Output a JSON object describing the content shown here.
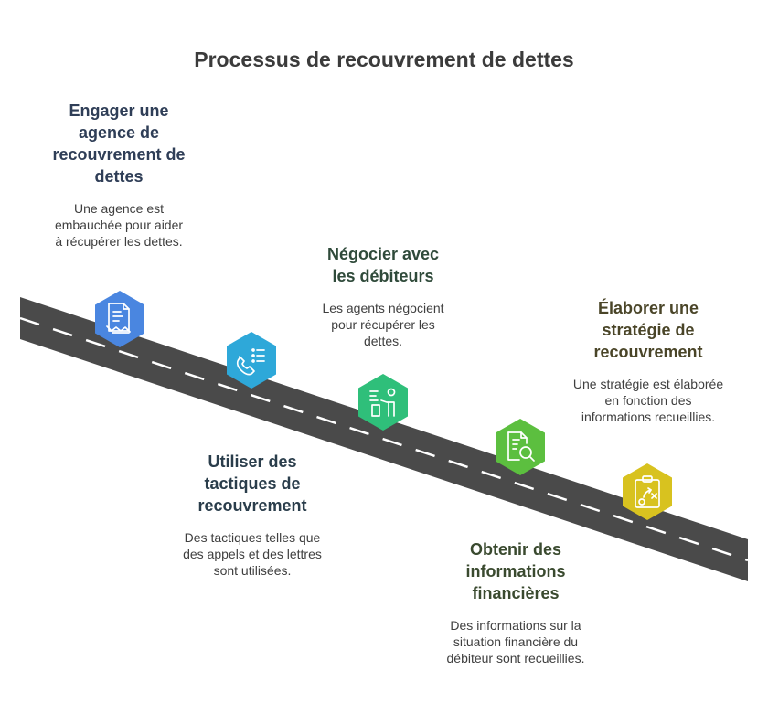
{
  "title": "Processus de recouvrement de dettes",
  "colors": {
    "road": "#4a4a4a",
    "road_dash": "#ffffff",
    "step1": "#4a86e0",
    "step2": "#2ea8d9",
    "step3": "#2fbf7a",
    "step4": "#5cbf3f",
    "step5": "#d8c21f"
  },
  "steps": [
    {
      "title": "Engager une agence de recouvrement de dettes",
      "description": "Une agence est embauchée pour aider à récupérer les dettes.",
      "icon": "contract-handshake-icon"
    },
    {
      "title": "Utiliser des tactiques de recouvrement",
      "description": "Des tactiques telles que des appels et des lettres sont utilisées.",
      "icon": "phone-list-icon"
    },
    {
      "title": "Négocier avec les débiteurs",
      "description": "Les agents négocient pour récupérer les dettes.",
      "icon": "presenter-board-icon"
    },
    {
      "title": "Obtenir des informations financières",
      "description": "Des informations sur la situation financière du débiteur sont recueillies.",
      "icon": "document-search-icon"
    },
    {
      "title": "Élaborer une stratégie de recouvrement",
      "description": "Une stratégie est élaborée en fonction des informations recueillies.",
      "icon": "clipboard-strategy-icon"
    }
  ]
}
